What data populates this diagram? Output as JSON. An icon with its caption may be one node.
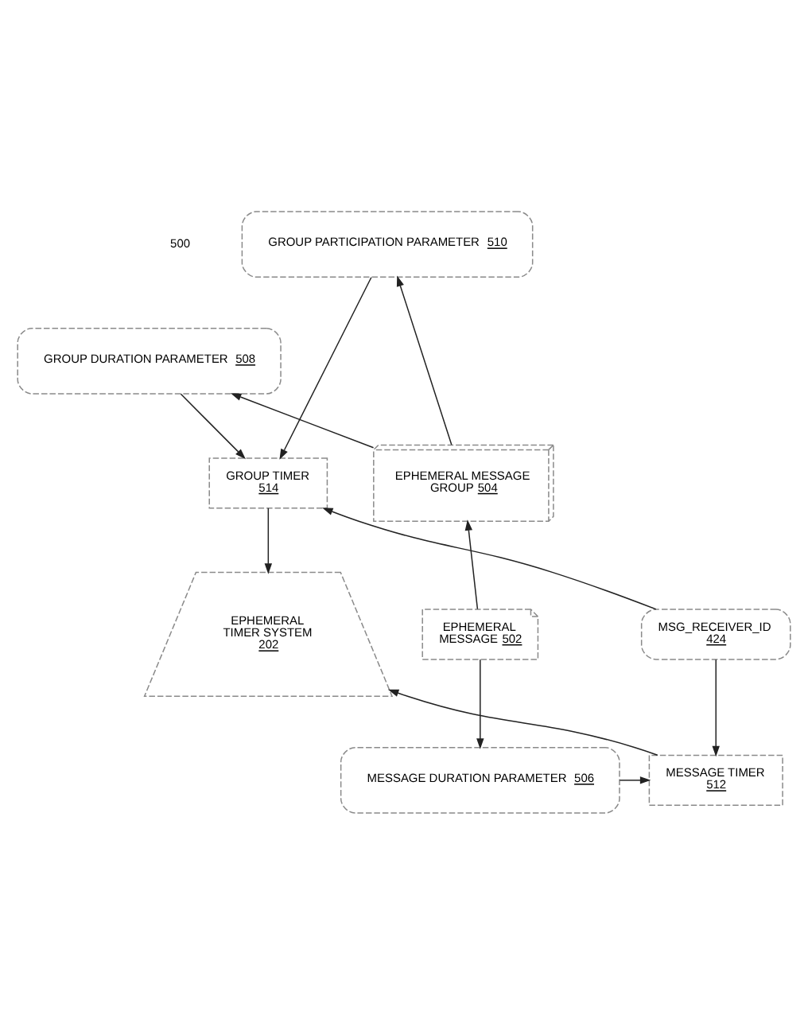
{
  "diagram": {
    "nodes": [
      {
        "text": [
          "GROUP PARTICIPATION PARAMETER 510"
        ]
      },
      {
        "text": [
          "GROUP DURATION PARAMETER 508"
        ]
      },
      {
        "text": [
          "GROUP TIMER 514"
        ]
      },
      {
        "text": [
          "EPHEMERAL MESSAGE GROUP 504"
        ]
      },
      {
        "text": [
          "EPHEMERAL MESSAGE 502"
        ]
      },
      {
        "text": [
          "MSG_RECEIVER_ID 424"
        ]
      },
      {
        "text": [
          "EPHEMERAL TIMER SYSTEM 202"
        ]
      },
      {
        "text": [
          "MESSAGE DURATION PARAMETER 506"
        ]
      },
      {
        "text": [
          "MESSAGE TIMER 512"
        ]
      }
    ],
    "edges": [
      {
        "from": 3,
        "to": 0,
        "arrow": "to"
      },
      {
        "from": 3,
        "to": 1,
        "arrow": "to"
      },
      {
        "from": 0,
        "to": 2,
        "arrow": "to"
      },
      {
        "from": 1,
        "to": 2,
        "arrow": "to"
      },
      {
        "from": 4,
        "to": 3,
        "arrow": "to"
      },
      {
        "from": 5,
        "to": 2,
        "arrow": "to"
      },
      {
        "from": 2,
        "to": 6,
        "arrow": "to"
      },
      {
        "from": 4,
        "to": 7,
        "arrow": "to"
      },
      {
        "from": 5,
        "to": 8,
        "arrow": "to"
      },
      {
        "from": 7,
        "to": 8,
        "arrow": "to"
      },
      {
        "from": 8,
        "to": 6,
        "arrow": "to"
      }
    ],
    "labels": [
      "500"
    ]
  }
}
